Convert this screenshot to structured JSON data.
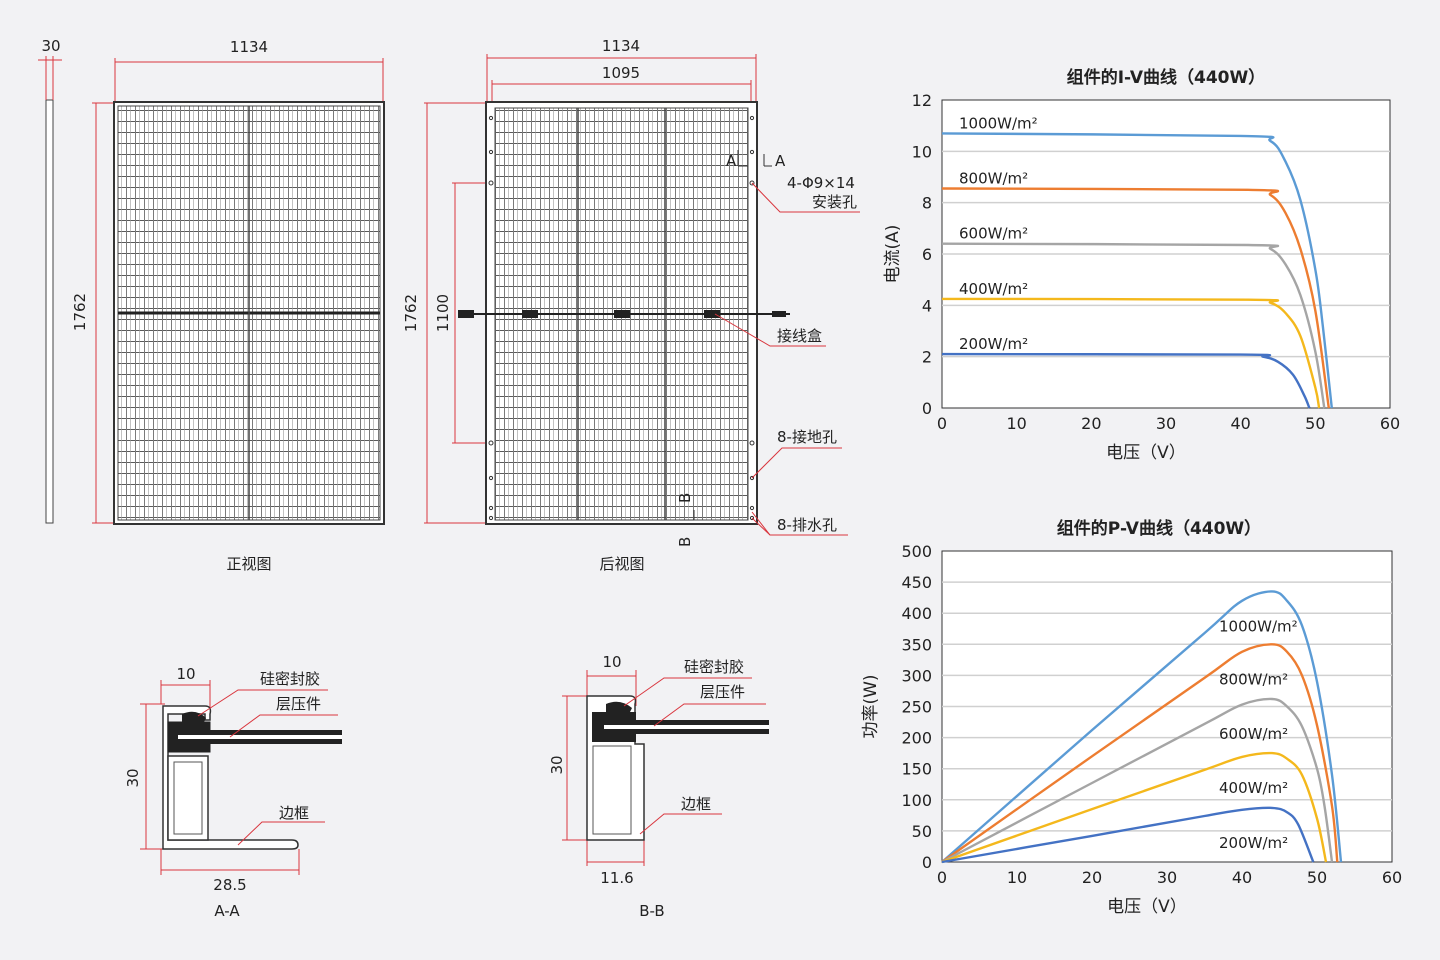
{
  "colors": {
    "background": "#f2f2f4",
    "dimension_red": "#d9363e",
    "curve_1000": "#5b9bd5",
    "curve_800": "#ed7d31",
    "curve_600": "#a5a5a5",
    "curve_400": "#f4b81c",
    "curve_200": "#4472c4"
  },
  "drawing": {
    "side_thickness": "30",
    "front_width": "1134",
    "front_height": "1762",
    "back_width_outer": "1134",
    "back_width_inner": "1095",
    "back_height": "1762",
    "hole_spacing": "1100",
    "section_a_mark": "A",
    "section_b_mark": "B",
    "callout_mounting_1": "4-Φ9×14",
    "callout_mounting_2": "安装孔",
    "callout_junction_box": "接线盒",
    "callout_ground": "8-接地孔",
    "callout_drain": "8-排水孔",
    "front_view_label": "正视图",
    "back_view_label": "后视图"
  },
  "section_aa": {
    "top_dim": "10",
    "height_dim": "30",
    "bottom_dim": "28.5",
    "sealant": "硅密封胶",
    "laminate": "层压件",
    "frame": "边框",
    "caption": "A-A"
  },
  "section_bb": {
    "top_dim": "10",
    "height_dim": "30",
    "bottom_dim": "11.6",
    "sealant": "硅密封胶",
    "laminate": "层压件",
    "frame": "边框",
    "caption": "B-B"
  },
  "chart_data": [
    {
      "type": "line",
      "title": "组件的I-V曲线（440W）",
      "xlabel": "电压（V）",
      "ylabel": "电流(A)",
      "xlim": [
        0,
        60
      ],
      "ylim": [
        0,
        12
      ],
      "xticks": [
        0,
        10,
        20,
        30,
        40,
        50,
        60
      ],
      "yticks": [
        0,
        2,
        4,
        6,
        8,
        10,
        12
      ],
      "grid": "horizontal",
      "series": [
        {
          "name": "1000W/m²",
          "isc": 10.7,
          "voc": 52.2,
          "points": [
            [
              0,
              10.7
            ],
            [
              40,
              10.6
            ],
            [
              44,
              10.4
            ],
            [
              46,
              9.6
            ],
            [
              48,
              8.1
            ],
            [
              50,
              5.4
            ],
            [
              51,
              3.2
            ],
            [
              52.2,
              0
            ]
          ]
        },
        {
          "name": "800W/m²",
          "isc": 8.55,
          "voc": 51.8,
          "points": [
            [
              0,
              8.55
            ],
            [
              41,
              8.5
            ],
            [
              44,
              8.3
            ],
            [
              46,
              7.6
            ],
            [
              48,
              6.2
            ],
            [
              50,
              3.8
            ],
            [
              51.8,
              0
            ]
          ]
        },
        {
          "name": "600W/m²",
          "isc": 6.4,
          "voc": 51.2,
          "points": [
            [
              0,
              6.4
            ],
            [
              41,
              6.35
            ],
            [
              44,
              6.2
            ],
            [
              46,
              5.6
            ],
            [
              48,
              4.4
            ],
            [
              50,
              2.2
            ],
            [
              51.2,
              0
            ]
          ]
        },
        {
          "name": "400W/m²",
          "isc": 4.25,
          "voc": 50.5,
          "points": [
            [
              0,
              4.25
            ],
            [
              41,
              4.22
            ],
            [
              44,
              4.1
            ],
            [
              46,
              3.7
            ],
            [
              48,
              2.8
            ],
            [
              50,
              0.8
            ],
            [
              50.5,
              0
            ]
          ]
        },
        {
          "name": "200W/m²",
          "isc": 2.1,
          "voc": 49.2,
          "points": [
            [
              0,
              2.1
            ],
            [
              40,
              2.08
            ],
            [
              43,
              2.0
            ],
            [
              45,
              1.8
            ],
            [
              47,
              1.3
            ],
            [
              48.5,
              0.5
            ],
            [
              49.2,
              0
            ]
          ]
        }
      ]
    },
    {
      "type": "line",
      "title": "组件的P-V曲线（440W）",
      "xlabel": "电压（V）",
      "ylabel": "功率(W)",
      "xlim": [
        0,
        60
      ],
      "ylim": [
        0,
        500
      ],
      "xticks": [
        0,
        10,
        20,
        30,
        40,
        50,
        60
      ],
      "yticks": [
        0,
        50,
        100,
        150,
        200,
        250,
        300,
        350,
        400,
        450,
        500
      ],
      "grid": "horizontal",
      "series": [
        {
          "name": "1000W/m²",
          "pmax": 435,
          "vmp": 44,
          "voc": 53.2,
          "points": [
            [
              0,
              0
            ],
            [
              20,
              212
            ],
            [
              35,
              368
            ],
            [
              40,
              420
            ],
            [
              44,
              435
            ],
            [
              46,
              420
            ],
            [
              48,
              380
            ],
            [
              50,
              290
            ],
            [
              52,
              140
            ],
            [
              53.2,
              0
            ]
          ]
        },
        {
          "name": "800W/m²",
          "pmax": 350,
          "vmp": 44,
          "voc": 52.7,
          "points": [
            [
              0,
              0
            ],
            [
              20,
              170
            ],
            [
              35,
              296
            ],
            [
              40,
              338
            ],
            [
              44,
              350
            ],
            [
              46,
              338
            ],
            [
              48,
              300
            ],
            [
              50,
              220
            ],
            [
              52,
              90
            ],
            [
              52.7,
              0
            ]
          ]
        },
        {
          "name": "600W/m²",
          "pmax": 262,
          "vmp": 44,
          "voc": 52.0,
          "points": [
            [
              0,
              0
            ],
            [
              20,
              127
            ],
            [
              35,
              222
            ],
            [
              40,
              253
            ],
            [
              44,
              262
            ],
            [
              46,
              250
            ],
            [
              48,
              218
            ],
            [
              50,
              150
            ],
            [
              51,
              90
            ],
            [
              52,
              0
            ]
          ]
        },
        {
          "name": "400W/m²",
          "pmax": 175,
          "vmp": 44,
          "voc": 51.2,
          "points": [
            [
              0,
              0
            ],
            [
              20,
              85
            ],
            [
              35,
              148
            ],
            [
              40,
              169
            ],
            [
              44,
              175
            ],
            [
              46,
              166
            ],
            [
              48,
              140
            ],
            [
              50,
              70
            ],
            [
              51.2,
              0
            ]
          ]
        },
        {
          "name": "200W/m²",
          "pmax": 87,
          "vmp": 44,
          "voc": 49.5,
          "points": [
            [
              0,
              0
            ],
            [
              20,
              42
            ],
            [
              35,
              74
            ],
            [
              40,
              84
            ],
            [
              44,
              87
            ],
            [
              46,
              80
            ],
            [
              47.5,
              60
            ],
            [
              49.5,
              0
            ]
          ]
        }
      ]
    }
  ]
}
